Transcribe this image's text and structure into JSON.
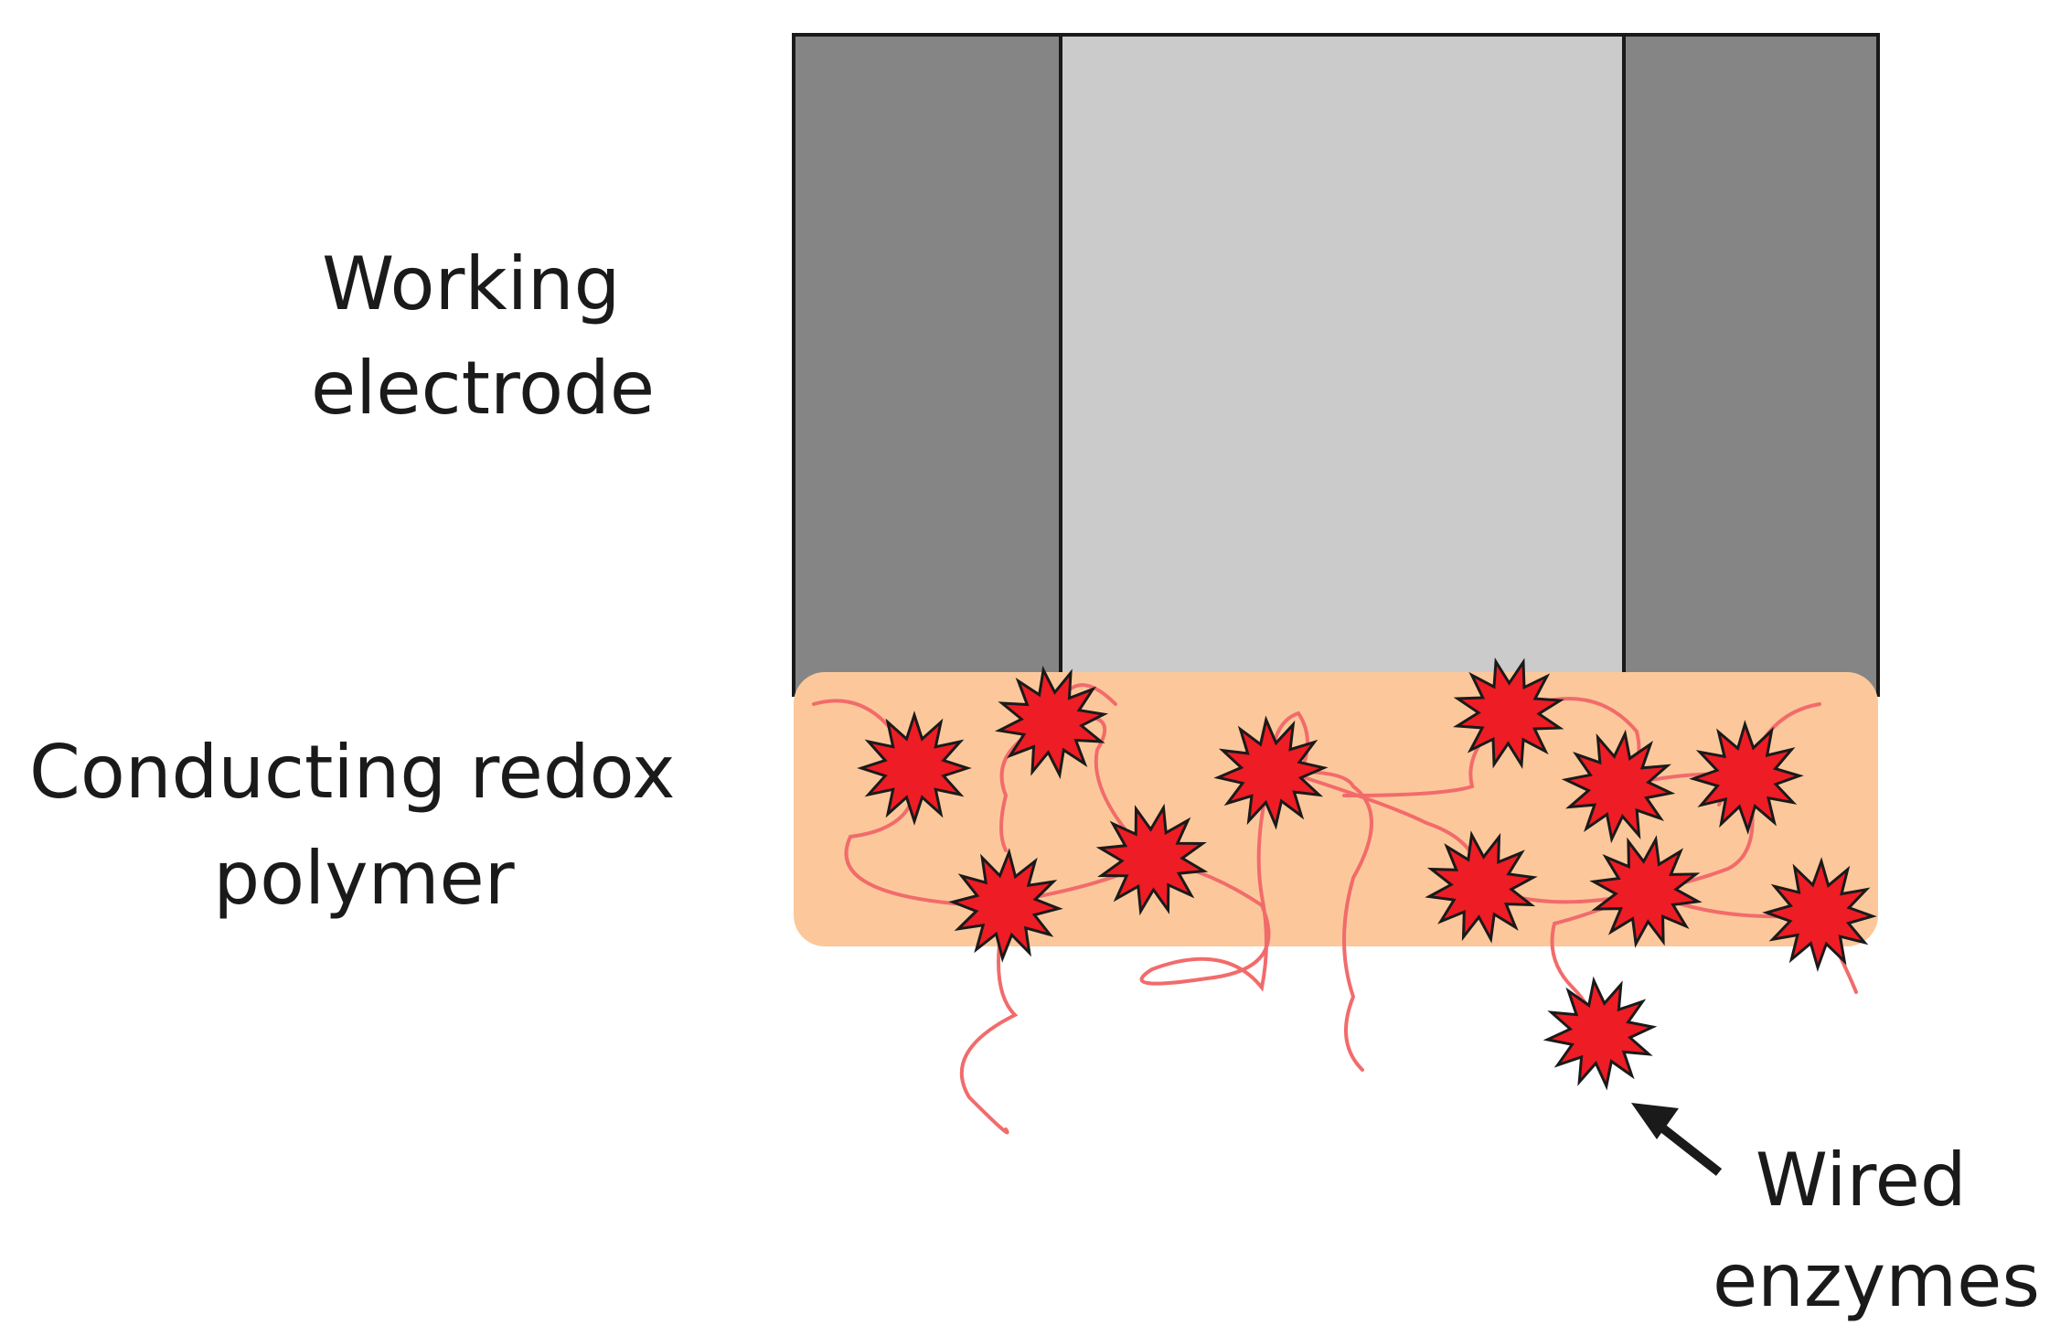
{
  "labels": {
    "working_electrode": [
      "Working",
      "electrode"
    ],
    "conducting_redox_polymer": [
      "Conducting redox",
      "polymer"
    ],
    "wired_enzymes": [
      "Wired",
      "enzymes"
    ]
  },
  "colors": {
    "electrode_outer": "#858585",
    "electrode_center": "#cbcbcb",
    "polymer": "#fcc89b",
    "enzyme": "#ee1c24",
    "wire": "#f26b6b",
    "outline": "#1a1a1a"
  },
  "icons": {
    "enzyme": "star-burst",
    "pointer": "arrow"
  }
}
